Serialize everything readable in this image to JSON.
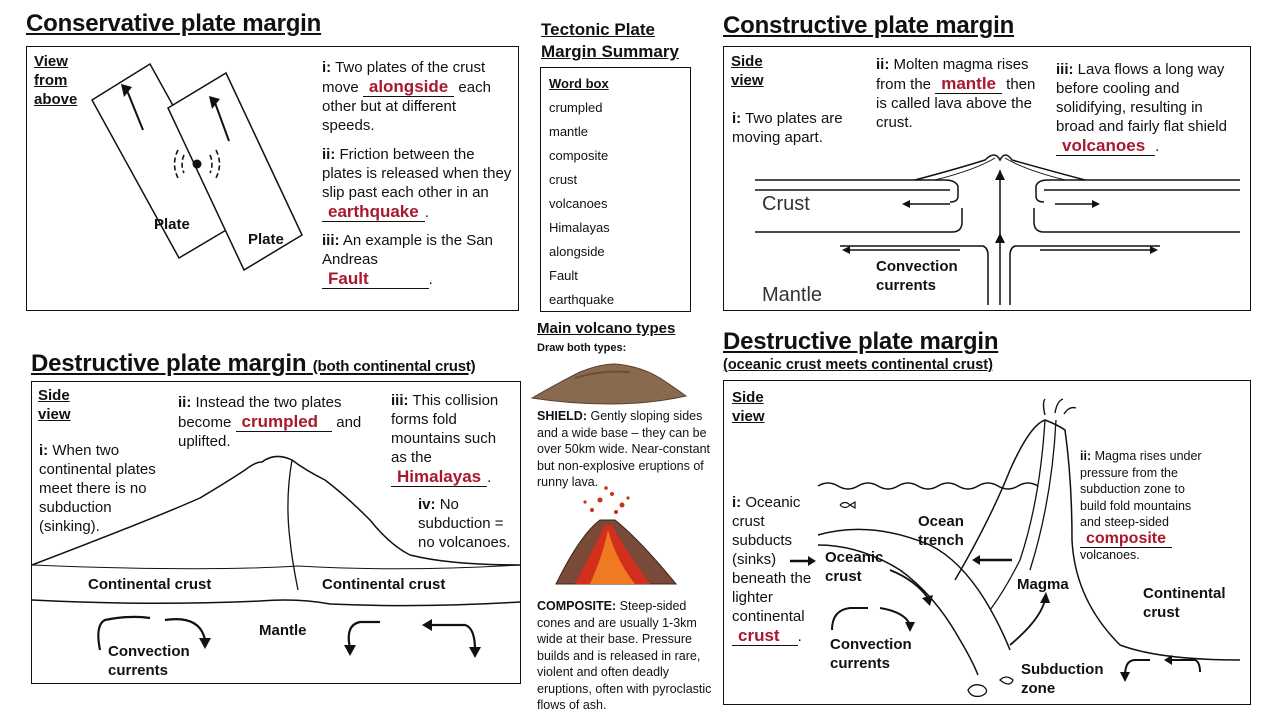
{
  "conservative": {
    "title": "Conservative plate margin",
    "view": [
      "View",
      "from",
      "above"
    ],
    "plate1": "Plate",
    "plate2": "Plate",
    "i_num": "i:",
    "i_text1": "Two plates of the crust move",
    "i_answer": "alongside",
    "i_text2": "each other but at different speeds.",
    "ii_num": "ii:",
    "ii_text": "Friction between the plates is released when they slip past each other in an",
    "ii_answer": "earthquake",
    "iii_num": "iii:",
    "iii_text": "An example is the San Andreas",
    "iii_answer": "Fault"
  },
  "summary": {
    "title_line1": "Tectonic Plate",
    "title_line2": "Margin Summary",
    "word_box_title": "Word box",
    "words": [
      "crumpled",
      "mantle",
      "composite",
      "crust",
      "volcanoes",
      "Himalayas",
      "alongside",
      "Fault",
      "earthquake"
    ]
  },
  "constructive": {
    "title": "Constructive plate margin",
    "view": [
      "Side",
      "view"
    ],
    "i_num": "i:",
    "i_text": "Two plates are moving apart.",
    "ii_num": "ii:",
    "ii_text1": "Molten magma rises from the",
    "ii_answer": "mantle",
    "ii_text2": "then is called lava above the crust.",
    "iii_num": "iii:",
    "iii_text": "Lava flows a long way before cooling and solidifying, resulting in broad and fairly flat shield",
    "iii_answer": "volcanoes",
    "crust": "Crust",
    "mantle": "Mantle",
    "convection": [
      "Convection",
      "currents"
    ]
  },
  "destructive_cc": {
    "title": "Destructive plate margin",
    "subtitle": "(both continental crust)",
    "view": [
      "Side",
      "view"
    ],
    "i_num": "i:",
    "i_text": "When two continental plates meet there is no subduction (sinking).",
    "ii_num": "ii:",
    "ii_text1": "Instead the two plates become",
    "ii_answer": "crumpled",
    "ii_text2": "and uplifted.",
    "iii_num": "iii:",
    "iii_text": "This collision forms fold mountains such as the",
    "iii_answer": "Himalayas",
    "iv_num": "iv:",
    "iv_text": "No subduction = no volcanoes.",
    "crust_left": "Continental crust",
    "crust_right": "Continental crust",
    "mantle": "Mantle",
    "convection": [
      "Convection",
      "currents"
    ]
  },
  "volcano_types": {
    "title": "Main volcano types",
    "instruction": "Draw both types:",
    "shield_label": "SHIELD:",
    "shield_text": "Gently sloping sides and a wide base – they can be over 50km wide. Near-constant but non-explosive eruptions of runny lava.",
    "composite_label": "COMPOSITE:",
    "composite_text": "Steep-sided cones and are usually 1-3km wide at their base. Pressure builds and is released in rare, violent and often deadly eruptions, often with pyroclastic flows of ash."
  },
  "destructive_oc": {
    "title": "Destructive plate margin",
    "subtitle": "(oceanic crust meets continental crust)",
    "view": [
      "Side",
      "view"
    ],
    "i_num": "i:",
    "i_text": "Oceanic crust subducts (sinks) beneath the lighter continental",
    "i_answer": "crust",
    "ii_num": "ii:",
    "ii_text": "Magma rises under pressure from the subduction zone to build fold mountains and steep-sided",
    "ii_answer": "composite",
    "ii_text2": "volcanoes.",
    "ocean_trench": [
      "Ocean",
      "trench"
    ],
    "oceanic_crust": [
      "Oceanic",
      "crust"
    ],
    "magma": "Magma",
    "continental_crust": [
      "Continental",
      "crust"
    ],
    "convection": [
      "Convection",
      "currents"
    ],
    "subduction_zone": [
      "Subduction",
      "zone"
    ]
  }
}
